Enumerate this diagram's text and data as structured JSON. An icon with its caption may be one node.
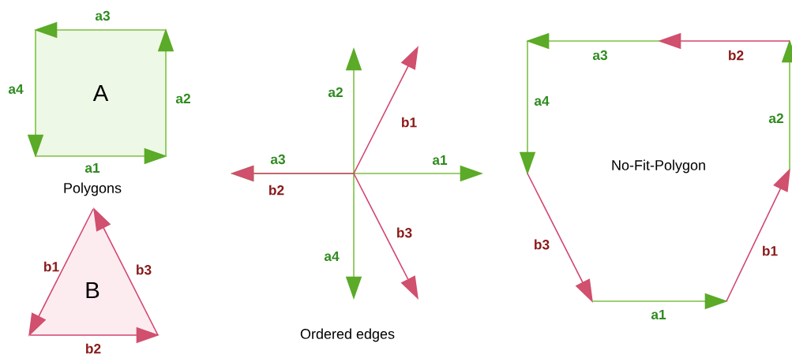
{
  "diagram": {
    "nodes": [
      {
        "text": [
          "A"
        ]
      },
      {
        "text": [
          "B"
        ]
      }
    ],
    "labels": [
      "a3",
      "a4",
      "a2",
      "a1",
      "Polygons",
      "b1",
      "b3",
      "b2",
      "a2",
      "b1",
      "a3",
      "a1",
      "b2",
      "b3",
      "a4",
      "Ordered edges",
      "a3",
      "b2",
      "a4",
      "a2",
      "No-Fit-Polygon",
      "b3",
      "b1",
      "a1"
    ]
  }
}
